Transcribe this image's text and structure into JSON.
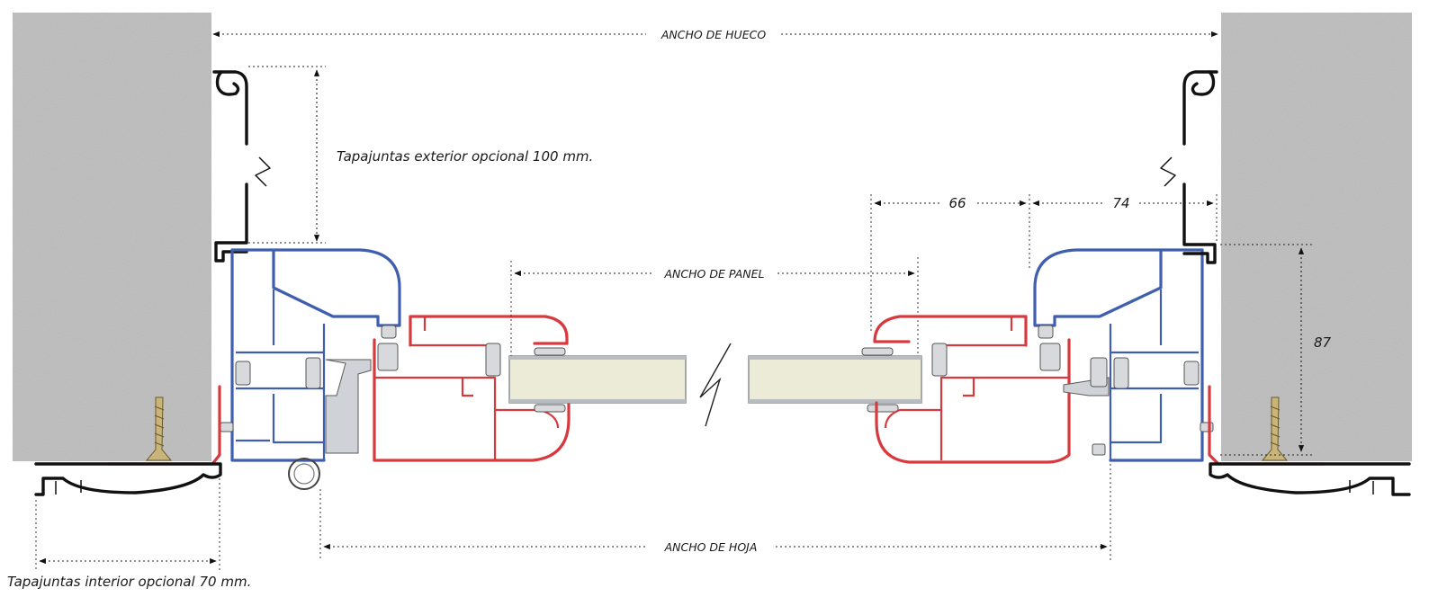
{
  "labels": {
    "ancho_hueco": "ANCHO DE HUECO",
    "ancho_panel": "ANCHO DE PANEL",
    "ancho_hoja": "ANCHO DE HOJA",
    "tapajuntas_exterior": "Tapajuntas exterior opcional 100 mm.",
    "tapajuntas_interior": "Tapajuntas interior opcional 70 mm.",
    "dim_66": "66",
    "dim_74": "74",
    "dim_87": "87"
  },
  "colors": {
    "wall": "#b3b3b3",
    "frame": "#3f5fae",
    "sash": "#d63a3e",
    "trim": "#111111",
    "panel_core": "#ecebd8",
    "panel_skin": "#b9bcc0"
  }
}
